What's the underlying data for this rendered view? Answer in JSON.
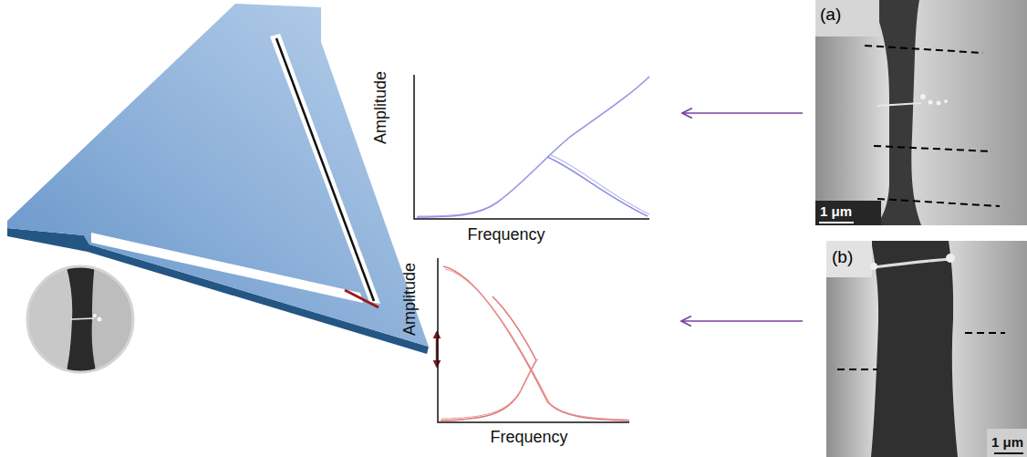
{
  "diagram": {
    "nodes": [
      {
        "text": [
          "Amplitude",
          "Frequency"
        ]
      },
      {
        "text": [
          "(a)",
          "1 μm"
        ]
      },
      {
        "text": [
          "Amplitude",
          "Frequency"
        ]
      },
      {
        "text": [
          "(b)",
          "1 μm"
        ]
      }
    ],
    "edges": [
      {
        "from": 1,
        "to": 0,
        "arrow": "to"
      },
      {
        "from": 3,
        "to": 2,
        "arrow": "to"
      }
    ]
  }
}
